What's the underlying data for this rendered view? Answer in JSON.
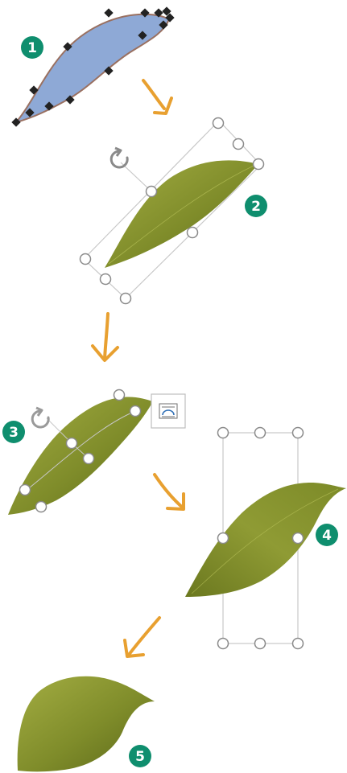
{
  "steps": [
    {
      "number": "1"
    },
    {
      "number": "2"
    },
    {
      "number": "3"
    },
    {
      "number": "4"
    },
    {
      "number": "5"
    }
  ],
  "colors": {
    "badge": "#0f8e6e",
    "leaf_light": "#9aa63a",
    "leaf_dark": "#5e6a1c",
    "shape_fill": "#8ea9d6",
    "shape_stroke": "#9a7060",
    "arrow": "#e8a030",
    "handle_stroke": "#8a8a8a",
    "selection_line": "#c8c8c8",
    "node": "#222222"
  },
  "icons": [
    "rotate-icon",
    "layout-options-icon",
    "down-arrow-icon"
  ]
}
